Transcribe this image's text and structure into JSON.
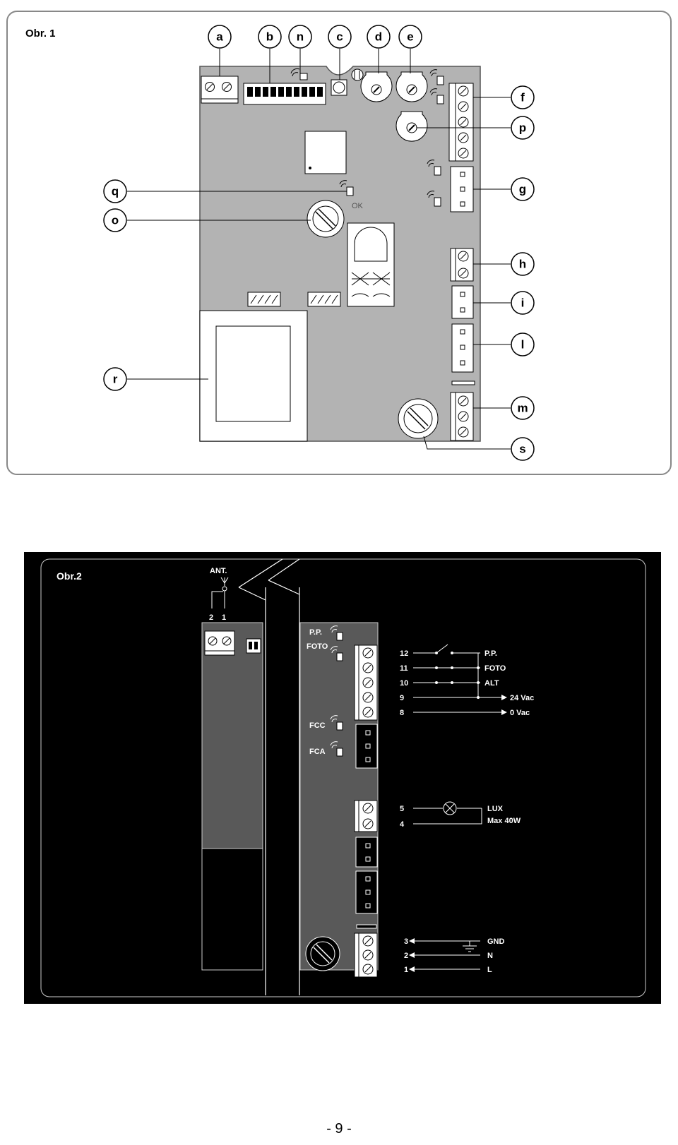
{
  "figure1": {
    "title": "Obr. 1",
    "callouts": [
      "a",
      "b",
      "n",
      "c",
      "d",
      "e",
      "f",
      "p",
      "g",
      "q",
      "o",
      "h",
      "i",
      "l",
      "r",
      "m",
      "s"
    ],
    "ok_label": "OK"
  },
  "figure2": {
    "title": "Obr.2",
    "antenna_label": "ANT.",
    "antenna_terminals": [
      "2",
      "1"
    ],
    "board_labels": {
      "pp": "P.P.",
      "foto": "FOTO",
      "fcc": "FCC",
      "fca": "FCA"
    },
    "terminal_numbers": [
      "12",
      "11",
      "10",
      "9",
      "8",
      "5",
      "4",
      "3",
      "2",
      "1"
    ],
    "wiring_labels": {
      "pp": "P.P.",
      "foto": "FOTO",
      "alt": "ALT",
      "v24": "24 Vac",
      "v0": "0 Vac",
      "lux": "LUX",
      "max": "Max 40W",
      "gnd": "GND",
      "n": "N",
      "l": "L"
    }
  },
  "page_number": "- 9 -",
  "colors": {
    "board": "#b3b3b3",
    "panel_bg": "#000000",
    "board_dark": "#595959",
    "stroke": "#000000",
    "light_stroke": "#ffffff"
  }
}
